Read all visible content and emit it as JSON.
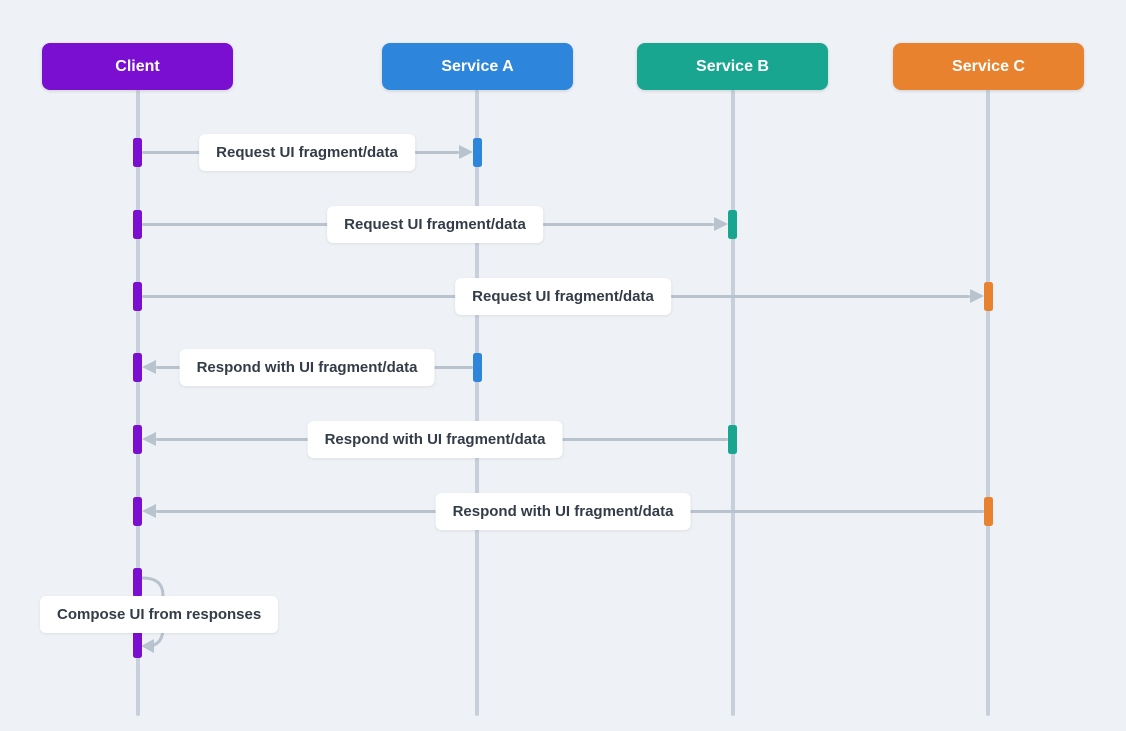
{
  "diagram": {
    "type": "sequence-diagram",
    "background_color": "#eef1f5",
    "lifeline_color": "#c7d0da",
    "arrow_color": "#b8c3cd",
    "label_text_color": "#333c48",
    "label_background": "#ffffff",
    "actors": [
      {
        "id": "client",
        "label": "Client",
        "color": "#7b0fd1"
      },
      {
        "id": "service-a",
        "label": "Service A",
        "color": "#2d86dc"
      },
      {
        "id": "service-b",
        "label": "Service B",
        "color": "#18a690"
      },
      {
        "id": "service-c",
        "label": "Service C",
        "color": "#e8822e"
      }
    ],
    "messages": [
      {
        "from": "client",
        "to": "service-a",
        "direction": "right",
        "label": "Request UI fragment/data"
      },
      {
        "from": "client",
        "to": "service-b",
        "direction": "right",
        "label": "Request UI fragment/data"
      },
      {
        "from": "client",
        "to": "service-c",
        "direction": "right",
        "label": "Request UI fragment/data"
      },
      {
        "from": "service-a",
        "to": "client",
        "direction": "left",
        "label": "Respond with UI fragment/data"
      },
      {
        "from": "service-b",
        "to": "client",
        "direction": "left",
        "label": "Respond with UI fragment/data"
      },
      {
        "from": "service-c",
        "to": "client",
        "direction": "left",
        "label": "Respond with UI fragment/data"
      },
      {
        "from": "client",
        "to": "client",
        "direction": "self",
        "label": "Compose UI from responses"
      }
    ]
  }
}
